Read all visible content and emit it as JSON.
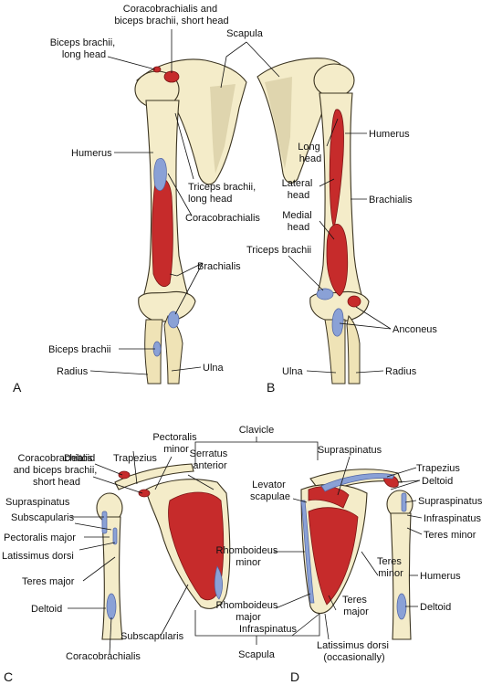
{
  "panels": {
    "A": "A",
    "B": "B",
    "C": "C",
    "D": "D"
  },
  "labels": {
    "coraco_short_head_top": [
      "Coracobrachialis and",
      "biceps brachii, short head"
    ],
    "biceps_long_head": [
      "Biceps brachii,",
      "long head"
    ],
    "scapula_top": "Scapula",
    "humerus_a": "Humerus",
    "triceps_long_head_a": [
      "Triceps brachii,",
      "long head"
    ],
    "coracobrachialis_a": "Coracobrachialis",
    "brachialis_a": "Brachialis",
    "biceps_brachii_a": "Biceps brachii",
    "radius_a": "Radius",
    "ulna_a": "Ulna",
    "long_head_b": [
      "Long",
      "head"
    ],
    "humerus_b": "Humerus",
    "lateral_head_b": [
      "Lateral",
      "head"
    ],
    "brachialis_b": "Brachialis",
    "medial_head_b": [
      "Medial",
      "head"
    ],
    "triceps_brachii_b": "Triceps brachii",
    "anconeus_b": "Anconeus",
    "ulna_b": "Ulna",
    "radius_b": "Radius",
    "deltoid_c_top": "Deltoid",
    "trapezius_c": "Trapezius",
    "pectoralis_minor_c": [
      "Pectoralis",
      "minor"
    ],
    "clavicle": "Clavicle",
    "supraspinatus_d_top": "Supraspinatus",
    "coraco_short_head_c": [
      "Coracobrachialis",
      "and biceps brachii,",
      "short head"
    ],
    "serratus_anterior_c": [
      "Serratus",
      "anterior"
    ],
    "supraspinatus_c": "Supraspinatus",
    "subscapularis_c_upper": "Subscapularis",
    "pectoralis_major_c": "Pectoralis major",
    "latissimus_dorsi_c": "Latissimus dorsi",
    "teres_major_c": "Teres major",
    "deltoid_c_bottom": "Deltoid",
    "subscapularis_c_lower": "Subscapularis",
    "coracobrachialis_c": "Coracobrachialis",
    "scapula_bottom": "Scapula",
    "trapezius_d": "Trapezius",
    "deltoid_d_top": "Deltoid",
    "levator_scapulae_d": [
      "Levator",
      "scapulae"
    ],
    "supraspinatus_d": "Supraspinatus",
    "infraspinatus_d_right": "Infraspinatus",
    "teres_minor_d_right": "Teres minor",
    "rhomboideus_minor_d": [
      "Rhomboideus",
      "minor"
    ],
    "teres_minor_d_mid": [
      "Teres",
      "minor"
    ],
    "humerus_d": "Humerus",
    "rhomboideus_major_d": [
      "Rhomboideus",
      "major"
    ],
    "teres_major_d": [
      "Teres",
      "major"
    ],
    "infraspinatus_d_bottom": "Infraspinatus",
    "latissimus_dorsi_d": [
      "Latissimus dorsi",
      "(occasionally)"
    ],
    "deltoid_d_bottom": "Deltoid"
  },
  "colors": {
    "muscle_origin": "#c62b2b",
    "muscle_insertion": "#8aa1d6",
    "bone": "#f4ecc9",
    "outline": "#3a3320"
  }
}
